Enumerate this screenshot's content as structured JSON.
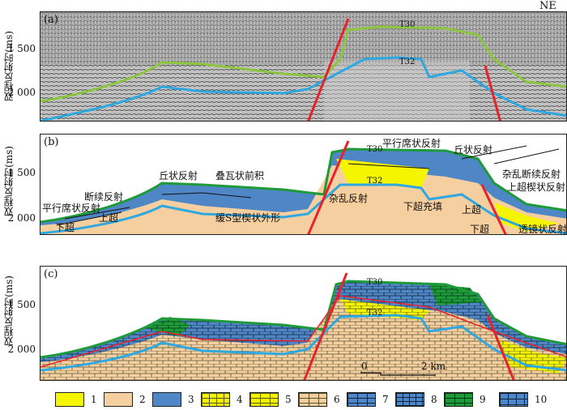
{
  "orientation": "NE",
  "panels": {
    "a": {
      "label": "(a)",
      "horizons": [
        "T30",
        "T32"
      ]
    },
    "b": {
      "label": "(b)",
      "horizons": [
        "T30",
        "T32"
      ],
      "annotations": {
        "parallel": "平行席状反射",
        "discontinuous": "断续反射",
        "downlap": "下超",
        "onlap_left": "上超",
        "mound": "丘状反射",
        "imbricate": "叠瓦状前积",
        "sigmoid": "缓S型楔状外形",
        "chaotic": "杂乱反射",
        "parallel_top": "平行席状反射",
        "mound_right": "丘状反射",
        "chaotic_disc": "杂乱断续反射",
        "onlap_wedge": "上超楔状反射",
        "downlap_fill": "下超充填",
        "onlap_right": "上超",
        "downlap_right": "下超",
        "lens": "透镜状反射"
      }
    },
    "c": {
      "label": "(c)",
      "horizons": [
        "T30",
        "T32"
      ],
      "scale": {
        "start": "0",
        "end": "2 km"
      }
    }
  },
  "yaxis_label": "双程反射时(ms)",
  "yticks": [
    "1 500",
    "2 000"
  ],
  "legend": [
    {
      "num": "1",
      "color": "#f5f500"
    },
    {
      "num": "2",
      "color": "#f6cfa0"
    },
    {
      "num": "3",
      "color": "#4f86c6"
    },
    {
      "num": "4",
      "color": "#f5f500"
    },
    {
      "num": "5",
      "color": "#f5f500"
    },
    {
      "num": "6",
      "color": "#f6cfa0"
    },
    {
      "num": "7",
      "color": "#4f86c6"
    },
    {
      "num": "8",
      "color": "#4f86c6"
    },
    {
      "num": "9",
      "color": "#1f9a3a"
    },
    {
      "num": "10",
      "color": "#4f86c6"
    }
  ],
  "colors": {
    "green_horizon": "#8cc63f",
    "blue_horizon": "#2fa8e0",
    "fault": "#e8222a"
  }
}
